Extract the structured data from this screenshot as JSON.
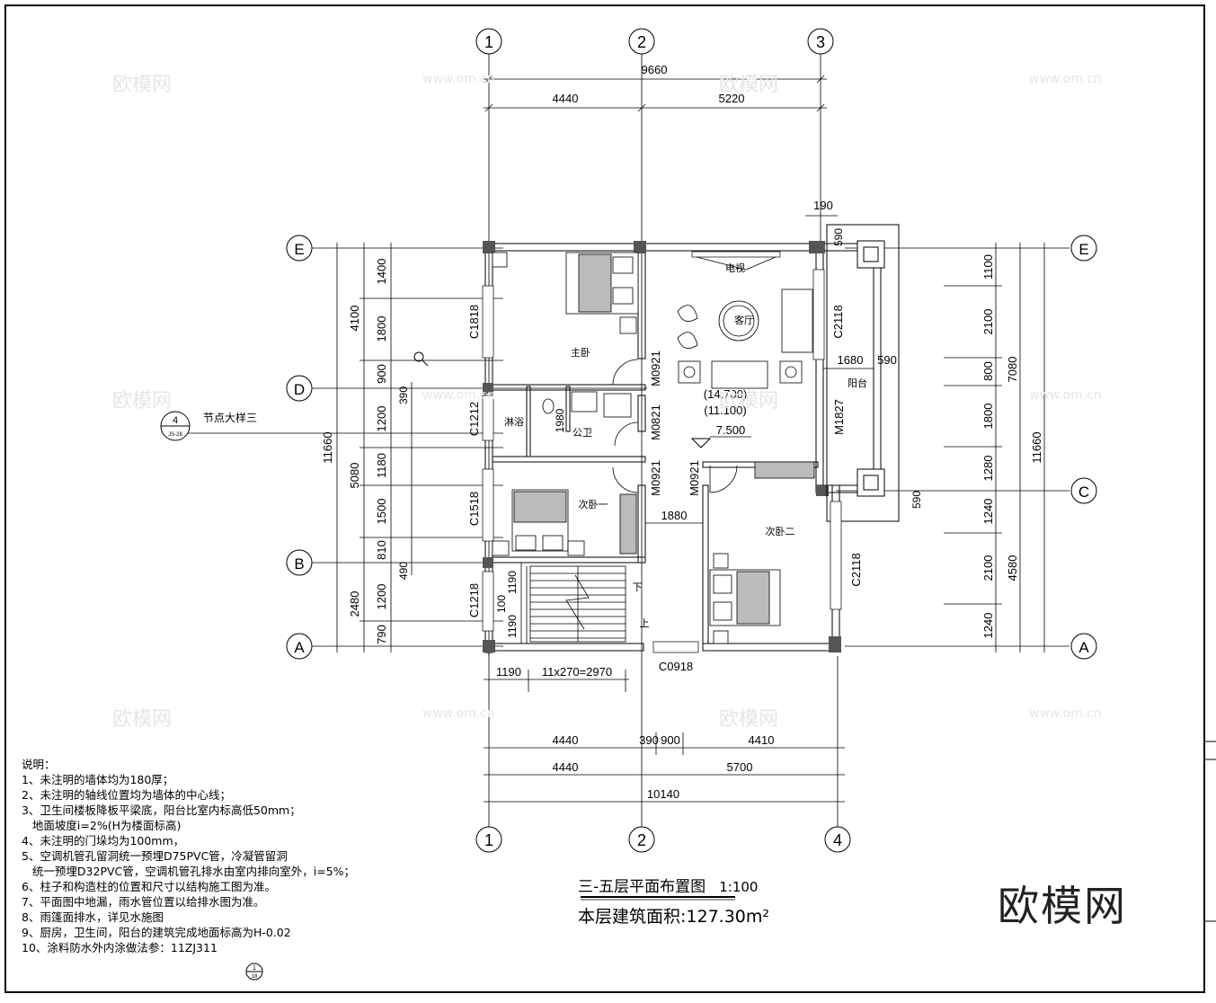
{
  "axes": {
    "top": [
      "1",
      "2",
      "3"
    ],
    "bottom": [
      "1",
      "2",
      "4"
    ],
    "left": [
      "E",
      "D",
      "B",
      "A"
    ],
    "right": [
      "E",
      "C",
      "A"
    ]
  },
  "dims": {
    "top_total": "9660",
    "top_a": "4440",
    "top_b": "5220",
    "top_190": "190",
    "bottom_r1_a": "1190",
    "bottom_r1_b": "11x270=2970",
    "bottom_r2_a": "4440",
    "bottom_r2_b": "390",
    "bottom_r2_c": "900",
    "bottom_r2_d": "4410",
    "bottom_r3_a": "4440",
    "bottom_r3_b": "5700",
    "bottom_total": "10140",
    "left_total": "11660",
    "left_a": "4100",
    "left_b": "5080",
    "left_c": "2480",
    "left_i": [
      "1400",
      "1800",
      "900",
      "1200",
      "1180",
      "1500",
      "810",
      "1200",
      "790"
    ],
    "left_390": "390",
    "left_490": "490",
    "right_total": "11660",
    "right_a": "7080",
    "right_b": "4580",
    "right_i": [
      "1100",
      "2100",
      "800",
      "1800",
      "1280",
      "1240",
      "2100",
      "1240"
    ],
    "r590a": "590",
    "r590b": "590",
    "r590c": "590",
    "d1680": "1680",
    "d1880": "1880",
    "d1980": "1980",
    "d1190a": "1190",
    "d1190b": "1190",
    "d100": "100"
  },
  "rooms": {
    "master": "主卧",
    "living": "客厅",
    "tv": "电视",
    "bath": "公卫",
    "shower": "淋浴",
    "balcony": "阳台",
    "bed1": "次卧一",
    "bed2": "次卧二",
    "down": "下",
    "up": "上"
  },
  "openings": {
    "c1818": "C1818",
    "c1212": "C1212",
    "c1518": "C1518",
    "c1218": "C1218",
    "c2118a": "C2118",
    "c2118b": "C2118",
    "c0918": "C0918",
    "m0921a": "M0921",
    "m0821": "M0821",
    "m0921b": "M0921",
    "m0921c": "M0921",
    "m1827": "M1827"
  },
  "levels": {
    "l1": "(14.700)",
    "l2": "(11.100)",
    "l3": "7.500"
  },
  "detail": {
    "num": "4",
    "ref": "JS-28",
    "label": "节点大样三"
  },
  "notes": {
    "heading": "说明：",
    "lines": [
      "1、未注明的墙体均为180厚；",
      "2、未注明的轴线位置均为墙体的中心线；",
      "3、卫生间楼板降板平梁底，阳台比室内标高低50mm；",
      "   地面坡度i=2%(H为楼面标高)",
      "4、未注明的门垛均为100mm，",
      "5、空调机管孔留洞统一预埋D75PVC管，冷凝管留洞",
      "   统一预埋D32PVC管，空调机管孔排水由室内排向室外，i=5%；",
      "6、柱子和构造柱的位置和尺寸以结构施工图为准。",
      "7、平面图中地漏，雨水管位置以给排水图为准。",
      "8、雨篷面排水，详见水施图",
      "9、厨房，卫生间，阳台的建筑完成地面标高为H-0.02",
      "10、涂料防水外内涂做法参：11ZJ311"
    ],
    "ref_num": "1",
    "ref_sub": "18"
  },
  "title": {
    "main": "三-五层平面布置图",
    "scale": "1:100",
    "area": "本层建筑面积:127.30m²"
  },
  "brand": "欧模网",
  "watermark": {
    "logo": "欧模网",
    "url": "www.om.cn"
  }
}
